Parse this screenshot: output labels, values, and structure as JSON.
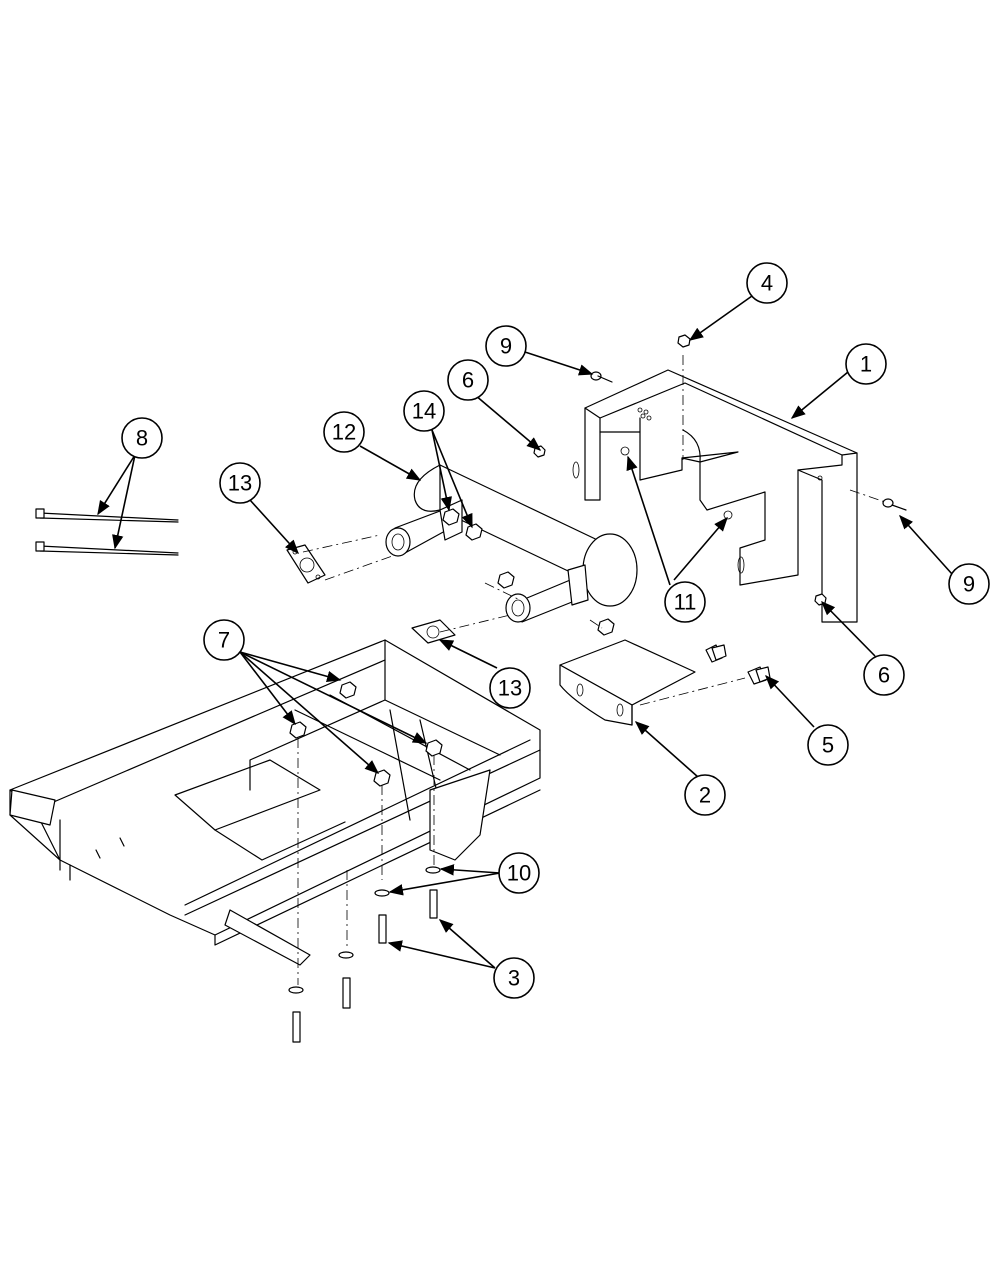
{
  "callouts": [
    {
      "id": "1",
      "label": "1"
    },
    {
      "id": "2",
      "label": "2"
    },
    {
      "id": "3",
      "label": "3"
    },
    {
      "id": "4",
      "label": "4"
    },
    {
      "id": "5",
      "label": "5"
    },
    {
      "id": "6a",
      "label": "6"
    },
    {
      "id": "6b",
      "label": "6"
    },
    {
      "id": "7",
      "label": "7"
    },
    {
      "id": "8",
      "label": "8"
    },
    {
      "id": "9a",
      "label": "9"
    },
    {
      "id": "9b",
      "label": "9"
    },
    {
      "id": "10",
      "label": "10"
    },
    {
      "id": "11",
      "label": "11"
    },
    {
      "id": "12",
      "label": "12"
    },
    {
      "id": "13a",
      "label": "13"
    },
    {
      "id": "13b",
      "label": "13"
    },
    {
      "id": "14",
      "label": "14"
    }
  ]
}
